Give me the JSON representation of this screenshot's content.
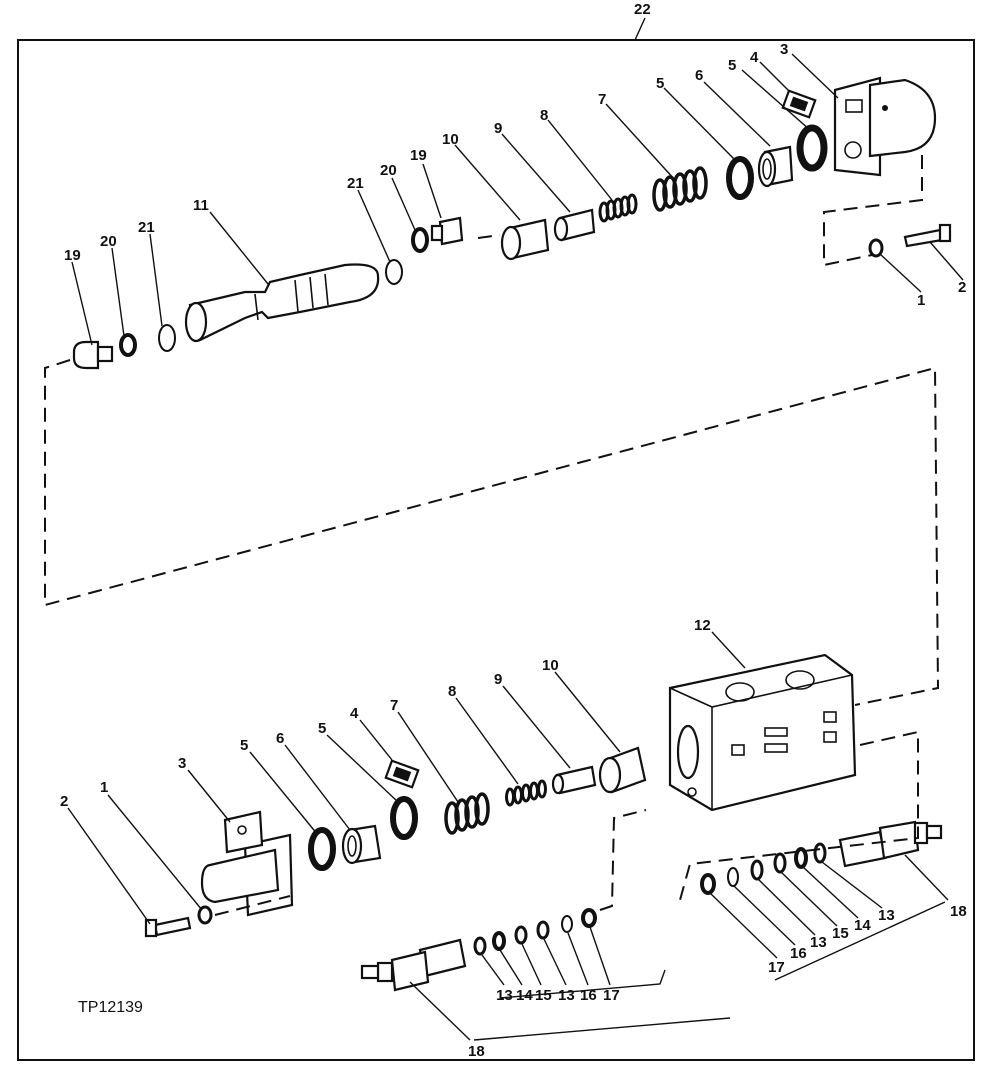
{
  "figure": {
    "reference_code": "TP12139",
    "assembly_callout": "22"
  },
  "callouts": {
    "upper_left": [
      "19",
      "20",
      "21",
      "11",
      "21",
      "20",
      "19",
      "10",
      "9",
      "8",
      "7",
      "5",
      "6",
      "5",
      "4",
      "3",
      "1",
      "2"
    ],
    "lower_left": [
      "2",
      "1",
      "3",
      "5",
      "6",
      "5",
      "4",
      "7",
      "8",
      "9",
      "10",
      "12"
    ],
    "lower_right": [
      "18",
      "13",
      "14",
      "15",
      "13",
      "16",
      "17"
    ],
    "lower_center": [
      "13",
      "14",
      "15",
      "13",
      "16",
      "17",
      "18"
    ]
  }
}
